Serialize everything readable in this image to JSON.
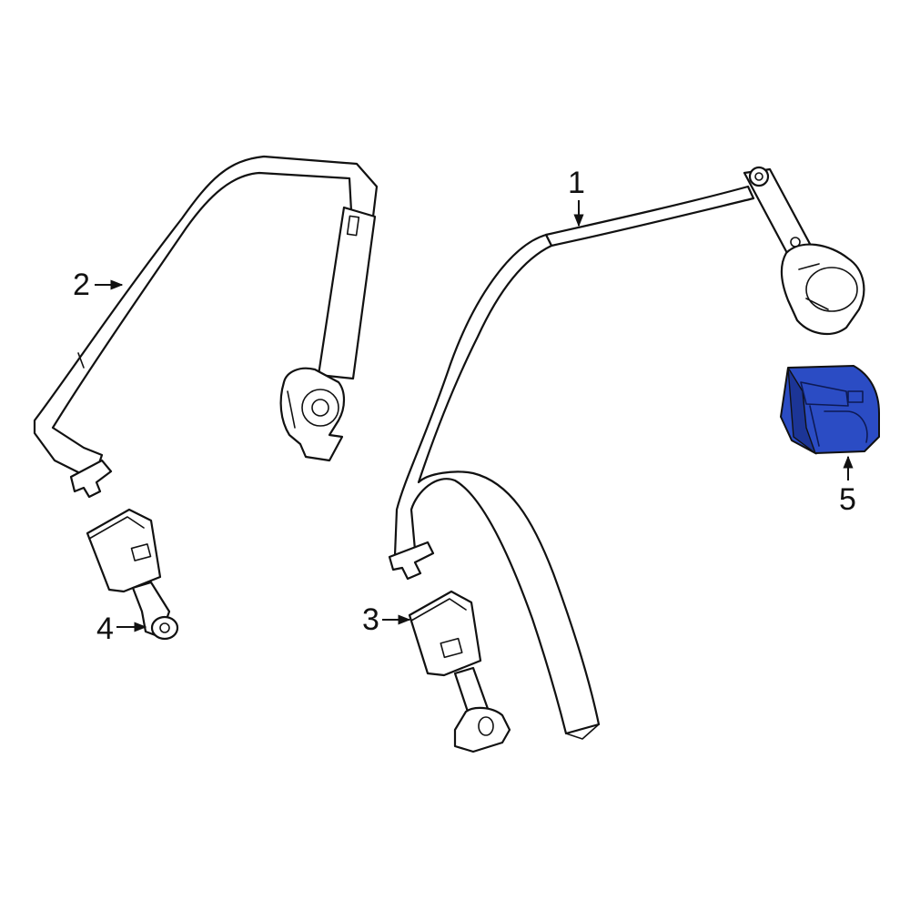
{
  "diagram": {
    "callouts": [
      {
        "id": "1",
        "label": "1"
      },
      {
        "id": "2",
        "label": "2"
      },
      {
        "id": "3",
        "label": "3"
      },
      {
        "id": "4",
        "label": "4"
      },
      {
        "id": "5",
        "label": "5"
      }
    ],
    "highlight_color": "#2b4cc4",
    "highlight_dark": "#1c3596",
    "highlighted_part": "5"
  }
}
